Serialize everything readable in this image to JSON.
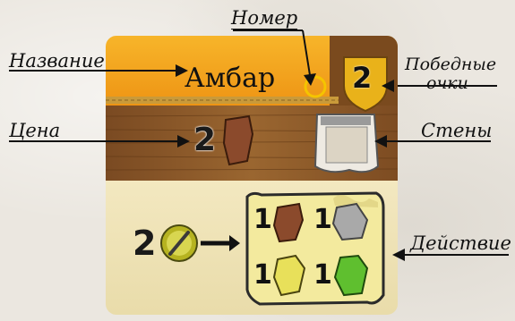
{
  "card": {
    "title": "Амбар",
    "victory_points": "2",
    "cost": "2",
    "action_input_count": "2",
    "outputs": [
      "1",
      "1",
      "1",
      "1"
    ]
  },
  "labels": {
    "name": "Название",
    "number": "Номер",
    "victory_points_line1": "Победные",
    "victory_points_line2": "очки",
    "price": "Цена",
    "walls": "Стены",
    "action": "Действие"
  },
  "colors": {
    "title_band": "#f2a21c",
    "wood": "#8a5a2a",
    "parchment": "#efe3b6",
    "shield": "#e9b21a",
    "highlight_circle": "#f5c400",
    "resource_wood": "#8b4a2c",
    "resource_stone": "#a9a9a9",
    "resource_yellow": "#e8e05a",
    "resource_green": "#5fbf2f"
  },
  "icons": [
    "building-card",
    "shield-icon",
    "wood-resource-icon",
    "wall-icon",
    "tool-token-icon",
    "arrow-icon",
    "stone-resource-icon",
    "yellow-resource-icon",
    "green-resource-icon"
  ]
}
